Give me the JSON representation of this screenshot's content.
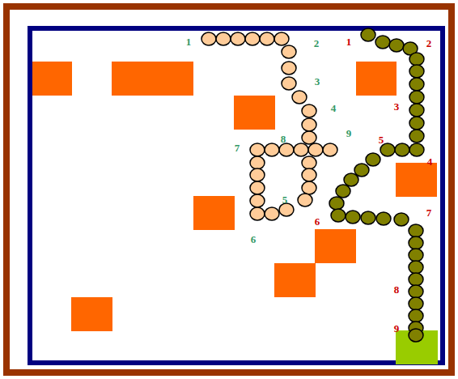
{
  "diagram": {
    "labels": [
      "1",
      "2",
      "3",
      "4",
      "8",
      "9",
      "7",
      "5",
      "6",
      "1",
      "2",
      "3",
      "5",
      "4",
      "7",
      "6",
      "8",
      "9"
    ]
  }
}
